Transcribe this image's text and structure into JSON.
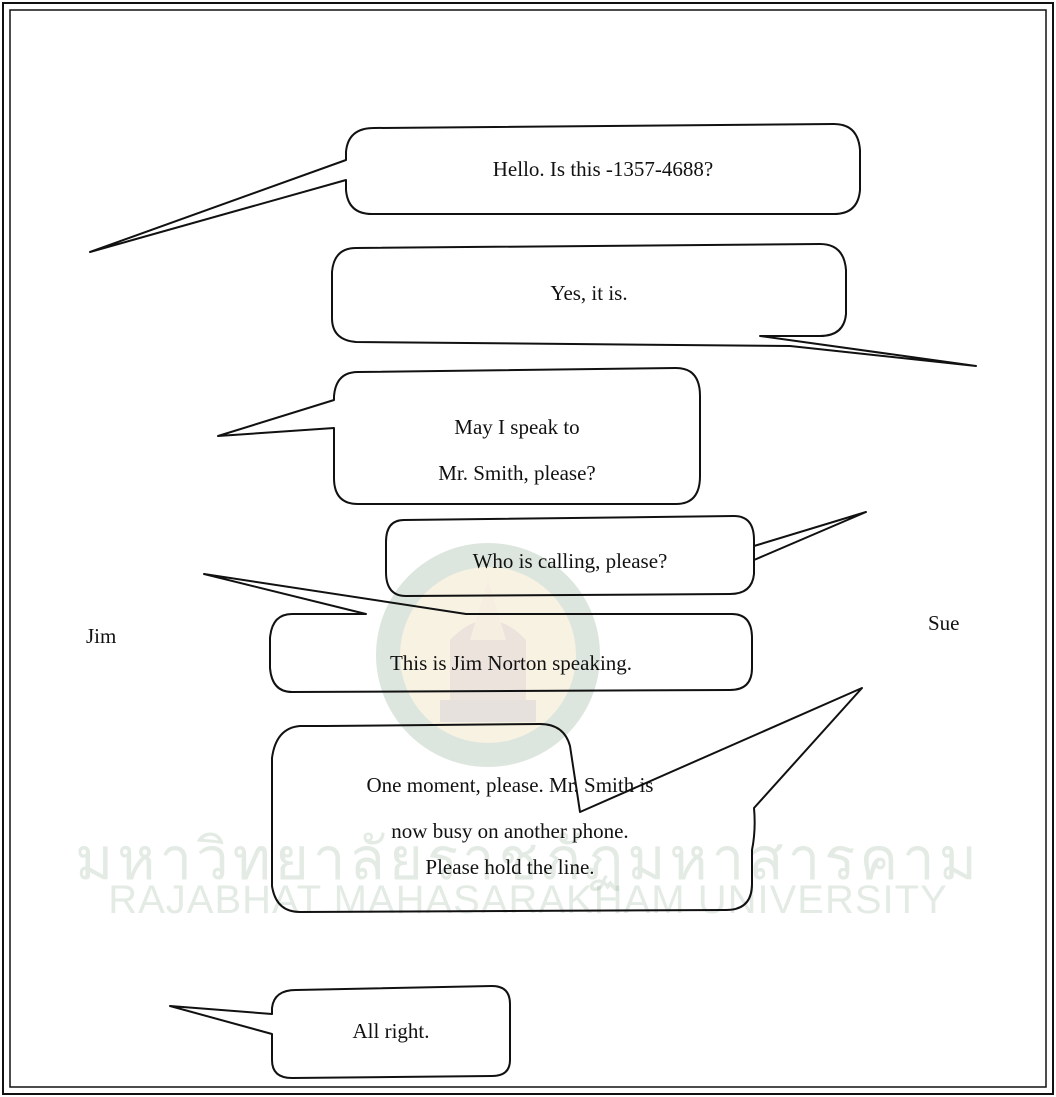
{
  "speakers": {
    "left": "Jim",
    "right": "Sue"
  },
  "dialogue": [
    {
      "speaker": "Jim",
      "lines": [
        "Hello.  Is this -1357-4688?"
      ]
    },
    {
      "speaker": "Sue",
      "lines": [
        "Yes,  it  is."
      ]
    },
    {
      "speaker": "Jim",
      "lines": [
        "May  I  speak  to",
        "Mr. Smith, please?"
      ]
    },
    {
      "speaker": "Sue",
      "lines": [
        "Who  is  calling,  please?"
      ]
    },
    {
      "speaker": "Jim",
      "lines": [
        "This  is  Jim  Norton  speaking."
      ]
    },
    {
      "speaker": "Sue",
      "lines": [
        "One  moment,  please.  Mr. Smith  is",
        "now  busy  on  another  phone.",
        "Please  hold  the  line."
      ]
    },
    {
      "speaker": "Jim",
      "lines": [
        "All  right."
      ]
    }
  ],
  "watermark": {
    "thai": "มหาวิทยาลัยราชภัฏมหาสารคาม",
    "english": "RAJABHAT MAHASARAKHAM UNIVERSITY",
    "color": "#2f6b3a"
  }
}
